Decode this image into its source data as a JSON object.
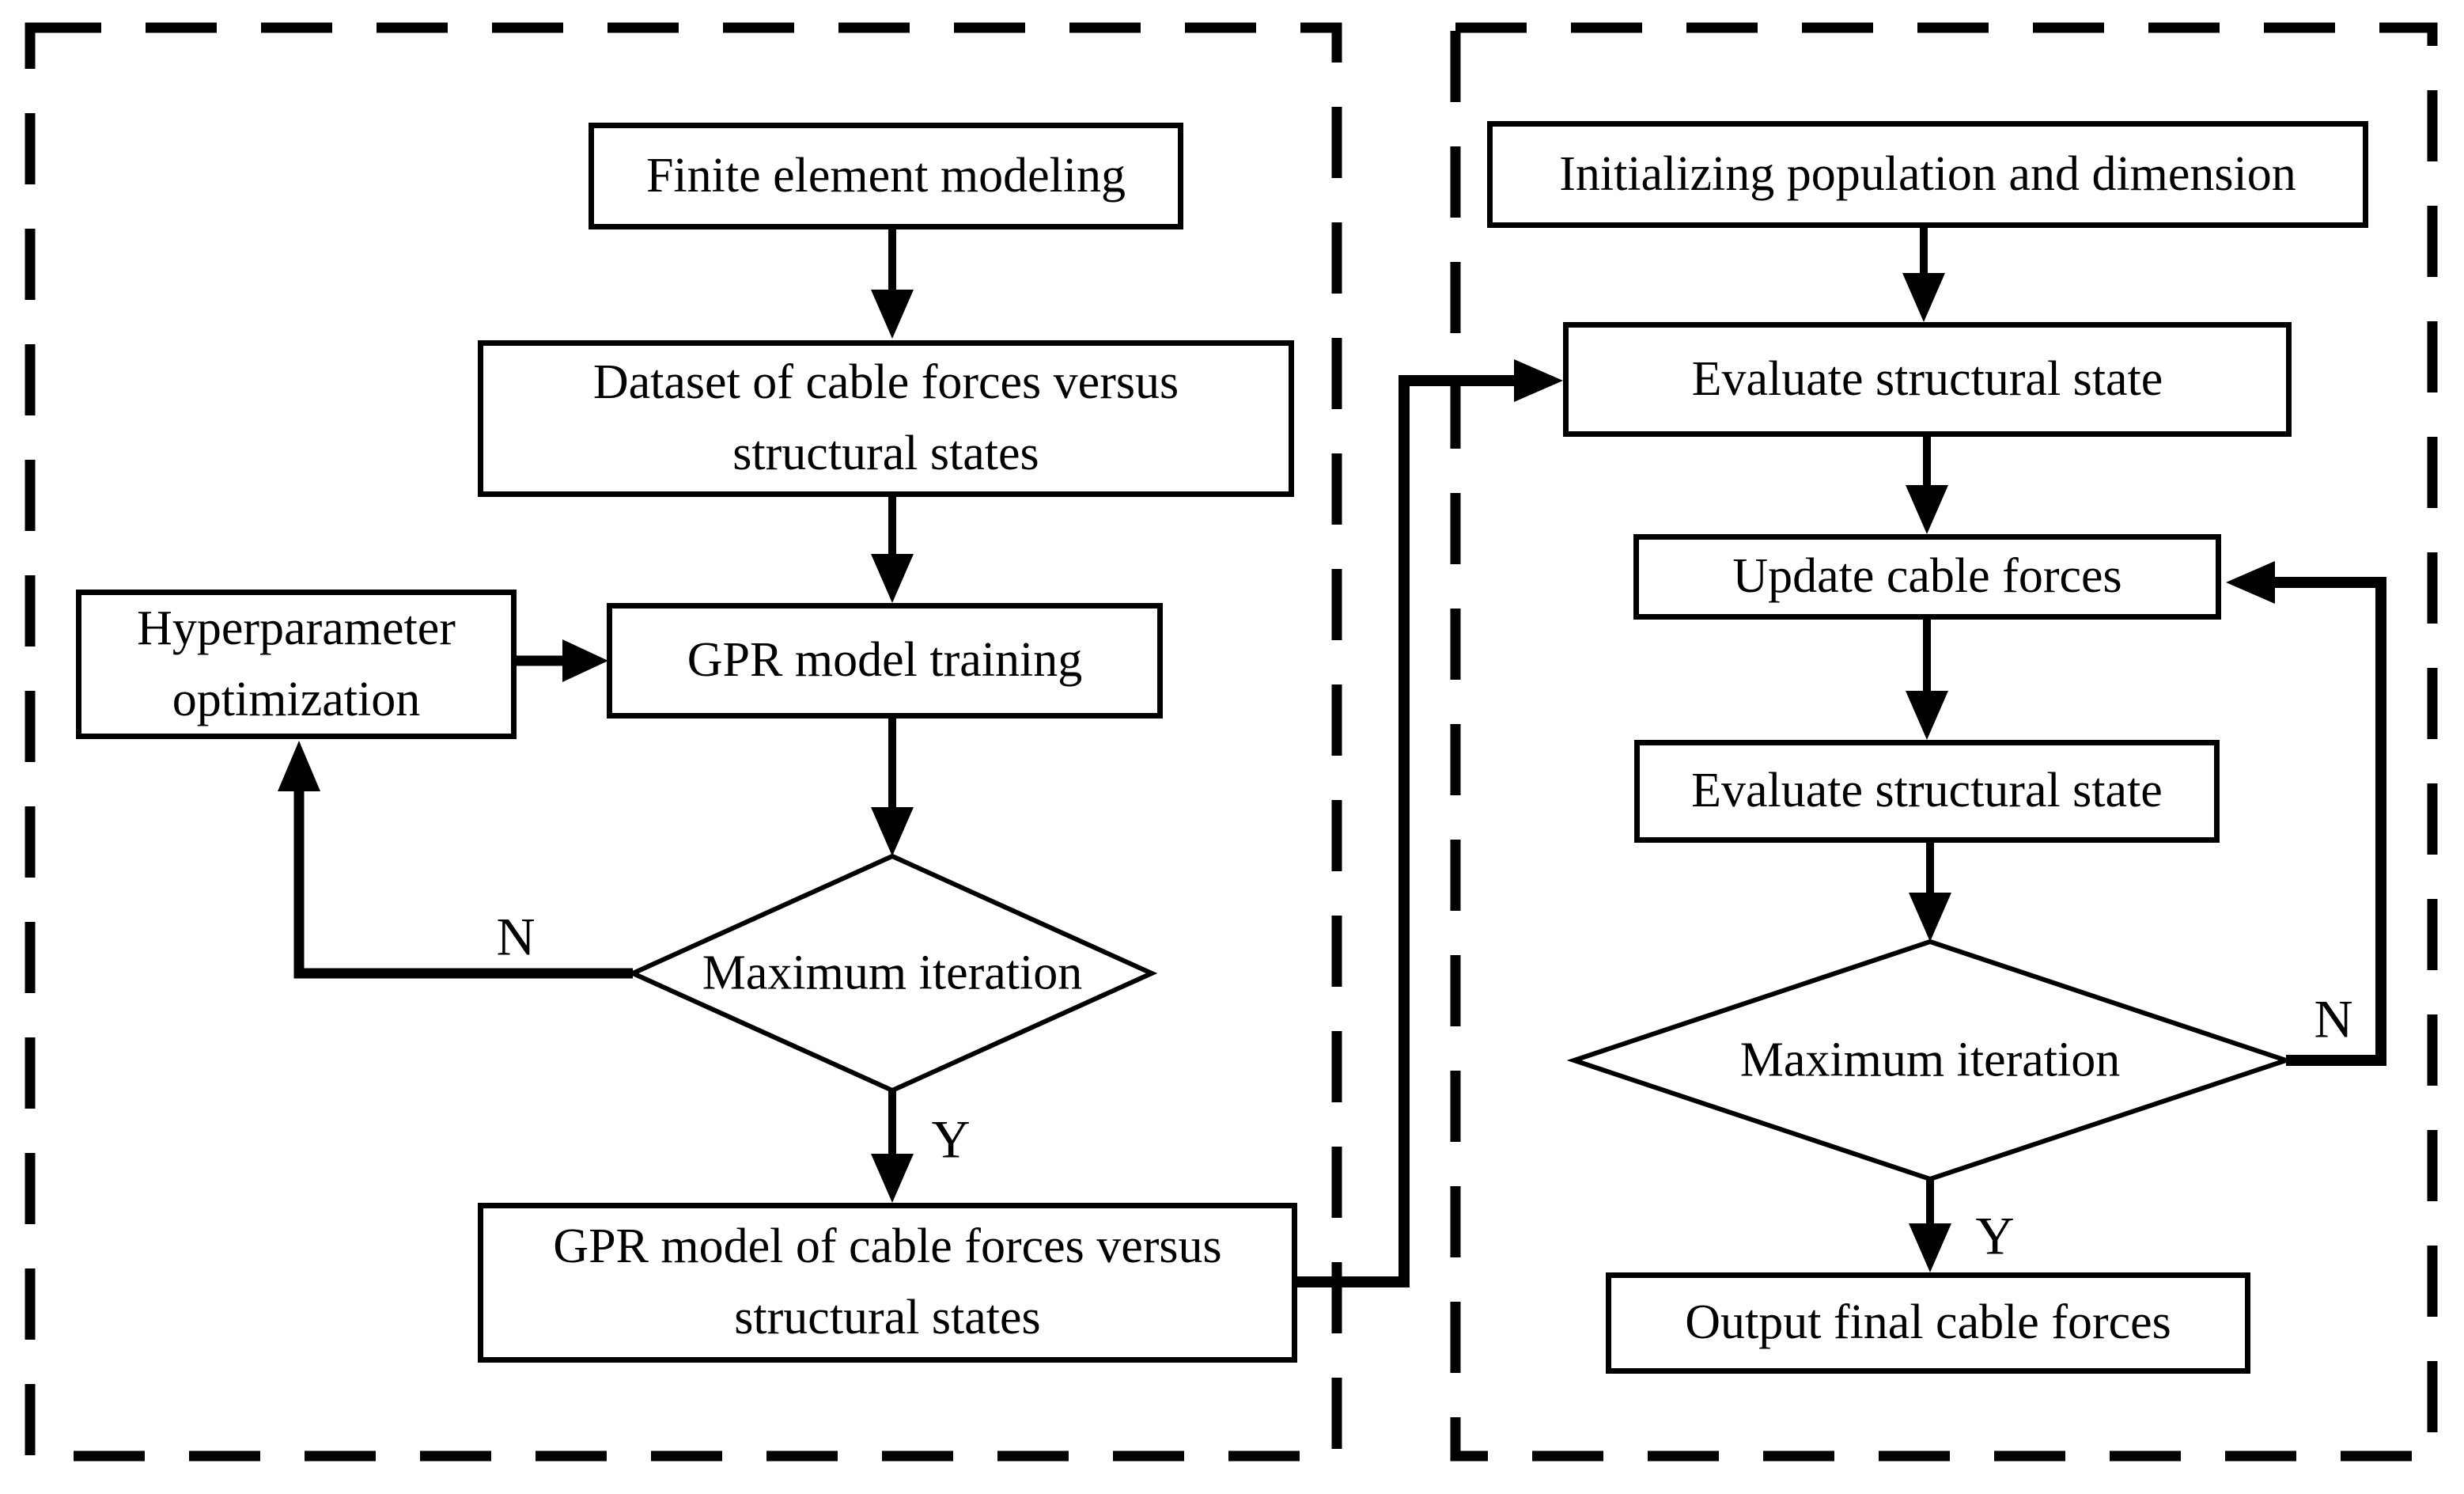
{
  "flowchart": {
    "left_panel": {
      "finite": "Finite element modeling",
      "dataset_line1": "Dataset of cable forces versus",
      "dataset_line2": "structural states",
      "hyper_line1": "Hyperparameter",
      "hyper_line2": "optimization",
      "gpr_training": "GPR model training",
      "decision": "Maximum iteration",
      "gpr_model_line1": "GPR model of cable forces versus",
      "gpr_model_line2": "structural states",
      "branch_no": "N",
      "branch_yes": "Y"
    },
    "right_panel": {
      "init": "Initializing population and dimension",
      "evaluate1": "Evaluate structural state",
      "update": "Update cable forces",
      "evaluate2": "Evaluate structural state",
      "decision": "Maximum iteration",
      "output": "Output final cable forces",
      "branch_no": "N",
      "branch_yes": "Y"
    },
    "colors": {
      "ink": "#000000",
      "paper": "#ffffff"
    }
  }
}
